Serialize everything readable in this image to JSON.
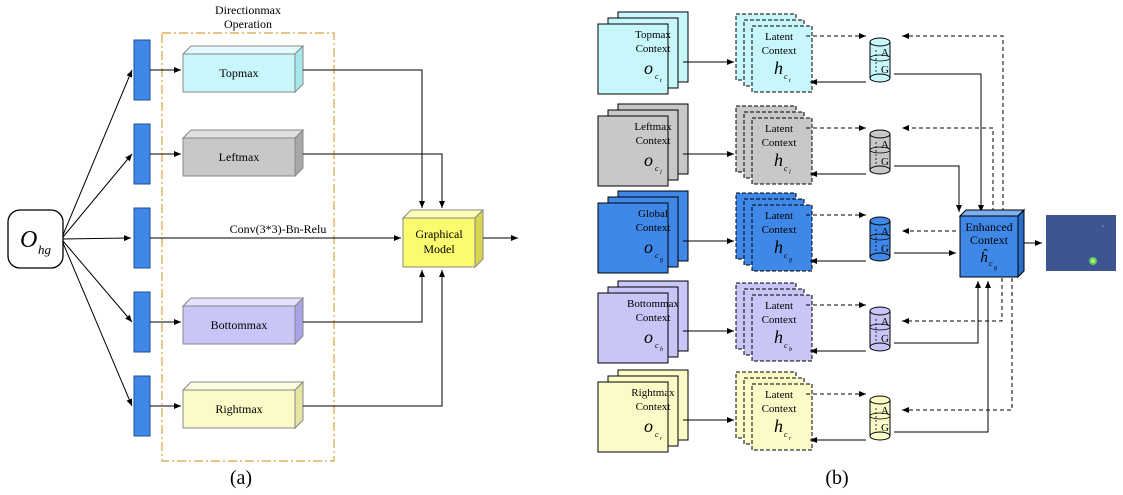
{
  "panel_a": {
    "group_title_line1": "Directionmax",
    "group_title_line2": "Operation",
    "input": {
      "symbol": "O",
      "subscript": "hg"
    },
    "branches": [
      "Topmax",
      "Leftmax",
      "Bottommax",
      "Rightmax"
    ],
    "middle_label": "Conv(3*3)-Bn-Relu",
    "graphical_model": {
      "line1": "Graphical",
      "line2": "Model"
    },
    "caption": "(a)"
  },
  "panel_b": {
    "rows": [
      {
        "name": "Topmax",
        "word": "Context",
        "symbol": "o",
        "sub": "c",
        "subsub": "t",
        "hsub": "t"
      },
      {
        "name": "Leftmax",
        "word": "Context",
        "symbol": "o",
        "sub": "c",
        "subsub": "l",
        "hsub": "l"
      },
      {
        "name": "Global",
        "word": "Context",
        "symbol": "o",
        "sub": "c",
        "subsub": "g",
        "hsub": "g"
      },
      {
        "name": "Bottommax",
        "word": "Context",
        "symbol": "o",
        "sub": "c",
        "subsub": "b",
        "hsub": "b"
      },
      {
        "name": "Rightmax",
        "word": "Context",
        "symbol": "o",
        "sub": "c",
        "subsub": "r",
        "hsub": "r"
      }
    ],
    "latent_line1": "Latent",
    "latent_line2": "Context",
    "latent_symbol": "h",
    "latent_sub": "c",
    "gate_top": "A",
    "gate_bottom": "G",
    "enhanced_line1": "Enhanced",
    "enhanced_line2": "Context",
    "enhanced_symbol": "ĥ",
    "enhanced_sub": "c",
    "enhanced_subsub": "g",
    "caption": "(b)"
  },
  "colors": {
    "topmax": "#c8f7fb",
    "leftmax": "#c8c8c8",
    "global": "#3f88e8",
    "bottommax": "#c9c5f6",
    "rightmax": "#fbfbc8",
    "graphical_model": "#fbfb6f",
    "group_border": "#d6a43a",
    "feature_bar": "#3f88e8"
  }
}
